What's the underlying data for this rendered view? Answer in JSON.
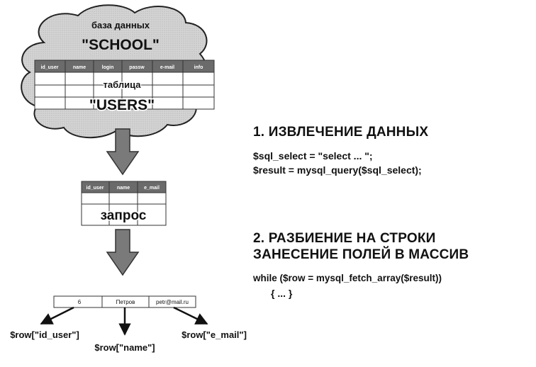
{
  "db": {
    "label": "база данных",
    "name": "\"SCHOOL\"",
    "table_label": "таблица",
    "table_name": "\"USERS\"",
    "columns": [
      "id_user",
      "name",
      "login",
      "passw",
      "e-mail",
      "info"
    ]
  },
  "query": {
    "label": "запрос",
    "columns": [
      "id_user",
      "name",
      "e_mail"
    ]
  },
  "row": {
    "cells": [
      "6",
      "Петров",
      "petr@mail.ru"
    ]
  },
  "vars": {
    "id_user": "$row[\"id_user\"]",
    "name": "$row[\"name\"]",
    "e_mail": "$row[\"e_mail\"]"
  },
  "step1": {
    "heading": "1. ИЗВЛЕЧЕНИЕ ДАННЫХ",
    "line1": "$sql_select = \"select ... \";",
    "line2": "$result = mysql_query($sql_select);"
  },
  "step2": {
    "heading1": "2. РАЗБИЕНИЕ НА СТРОКИ",
    "heading2": "ЗАНЕСЕНИЕ ПОЛЕЙ В МАССИВ",
    "line1": "while ($row = mysql_fetch_array($result))",
    "line2": "{  ...  }"
  },
  "colors": {
    "cloud_fill": "#cfcfcf",
    "header_fill": "#6b6b6b",
    "arrow_fill": "#7a7a7a"
  }
}
